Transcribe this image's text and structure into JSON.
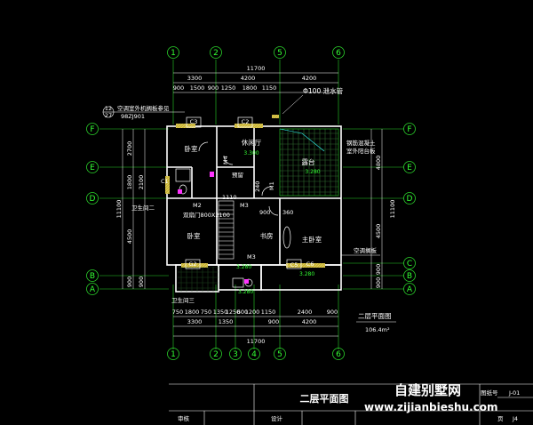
{
  "axes": {
    "top": [
      "1",
      "2",
      "5",
      "6"
    ],
    "bottom": [
      "1",
      "2",
      "3",
      "4",
      "5",
      "6"
    ],
    "left": [
      "F",
      "E",
      "D",
      "B",
      "A"
    ],
    "right": [
      "F",
      "E",
      "D",
      "C",
      "B",
      "A"
    ]
  },
  "dims": {
    "top_total": "11700",
    "top_seg": [
      "3300",
      "4200",
      "4200"
    ],
    "top_sub": [
      "900",
      "1500",
      "900",
      "1250",
      "1800",
      "1150"
    ],
    "bottom_sub": [
      "750",
      "1800",
      "750",
      "1350",
      "1250",
      "600",
      "1200",
      "1150",
      "2400",
      "900"
    ],
    "bottom_seg": [
      "3300",
      "1350",
      "900",
      "4200"
    ],
    "bottom_total": "11700",
    "left_total": "11100",
    "left_seg": [
      "2700",
      "1800",
      "2100",
      "4500",
      "900",
      "900"
    ],
    "right_total": "11100",
    "right_seg": [
      "4800",
      "4500",
      "900",
      "900"
    ]
  },
  "notes": {
    "ac_ref_circle": "12",
    "ac_ref_sheet": "27",
    "ac_note_line1": "空调室外机搁板参见",
    "ac_note_line2": "98ZJ901",
    "drain_note": "Φ100 泄水管",
    "balcony_note_line1": "钢筋混凝土",
    "balcony_note_line2": "室外阳台板",
    "ac_board": "空调搁板",
    "door_size": "双扇门800X2100"
  },
  "rooms": {
    "bedroom_nw": "卧室",
    "bedroom_sw": "卧室",
    "lounge": "休闲厅",
    "lounge_elev": "3.300",
    "terrace": "露台",
    "terrace_elev": "3.280",
    "study": "书房",
    "master": "主卧室",
    "bath2": "卫生间二",
    "bath3": "卫生间三",
    "balcony_elev": "3.280",
    "small_elev": "3.280",
    "nook_elev": "3.280"
  },
  "windows": {
    "c3": "C3",
    "c2": "C2",
    "c1": "C1",
    "g2": "G2",
    "c5": "C5",
    "c6": "C6",
    "m2": "M2",
    "m3": "M3",
    "m3b": "M3",
    "m4": "M4",
    "m1": "M1"
  },
  "misc": {
    "stair_w": "1110",
    "d900": "900",
    "d360": "360",
    "d240": "240",
    "pre": "预留"
  },
  "title": {
    "plan_name": "二层平面图",
    "area": "106.4m²",
    "block_title": "二层平面图",
    "drawing_no": "J4",
    "designer": "设计",
    "reviewer": "审核",
    "page": "页",
    "no_label": "图纸号",
    "no_value": "J-01"
  },
  "watermark": {
    "cn": "自建别墅网",
    "url": "www.zijianbieshu.com"
  }
}
